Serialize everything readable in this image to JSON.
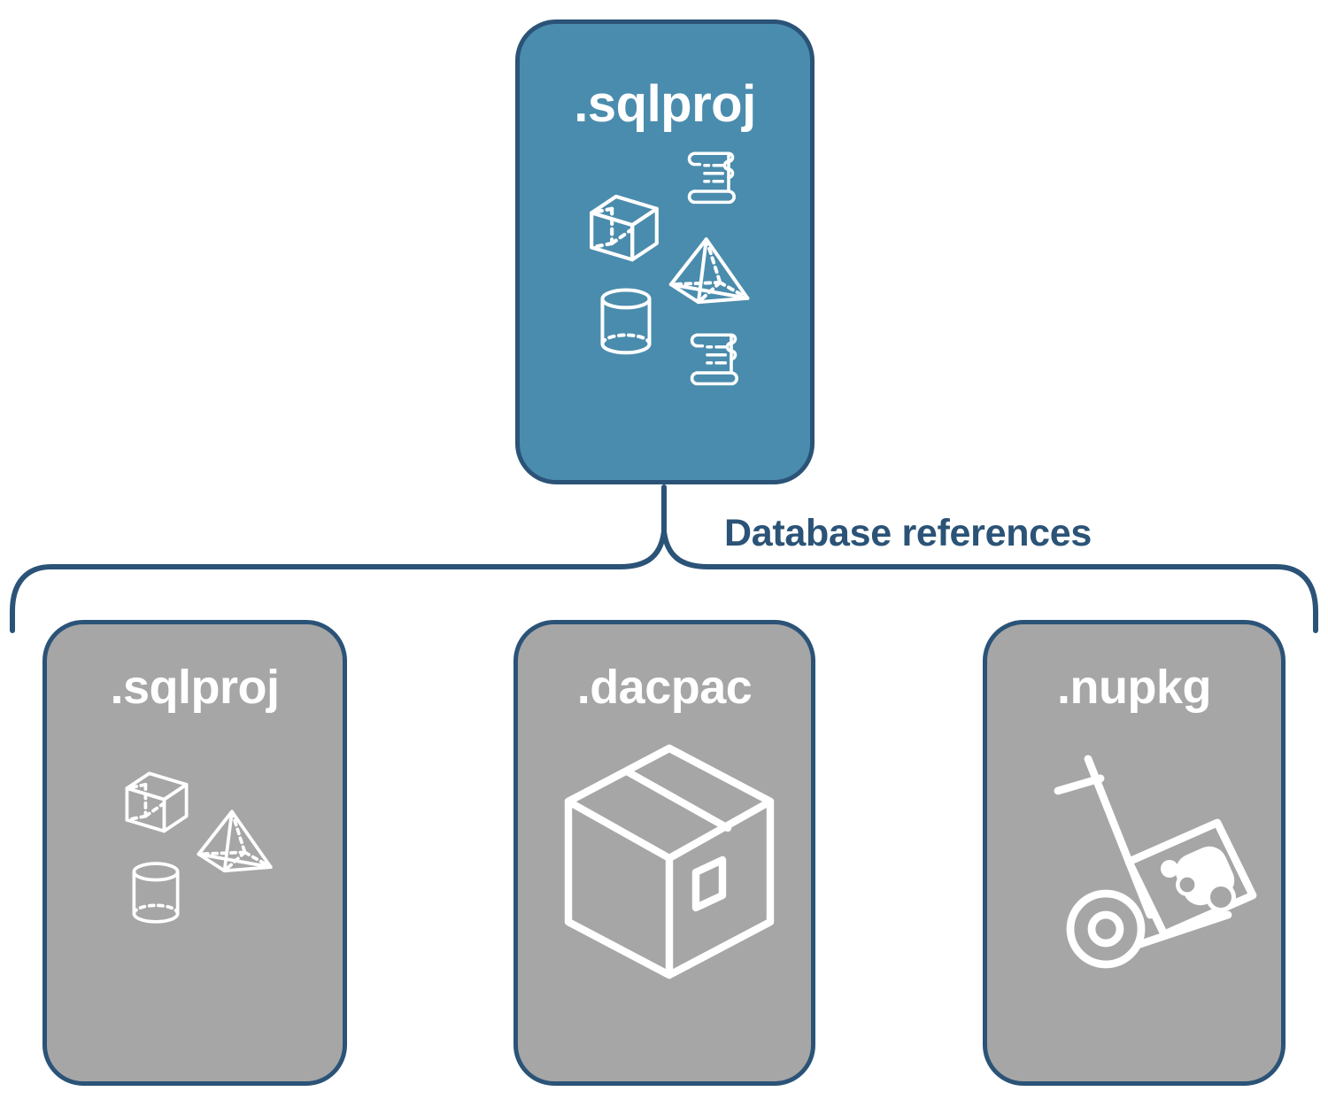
{
  "diagram": {
    "title": "Database references",
    "colors": {
      "primary_fill": "#4a8cad",
      "secondary_fill": "#a6a6a6",
      "stroke": "#2b5377",
      "icon": "#ffffff",
      "label_text": "#2b5377",
      "background": "#ffffff"
    }
  },
  "root": {
    "label": ".sqlproj",
    "style": "primary",
    "icons": [
      "scroll-icon",
      "cube-icon",
      "pyramid-icon",
      "cylinder-icon",
      "scroll-icon"
    ]
  },
  "connector": {
    "label": "Database references",
    "type": "curly-brace-down"
  },
  "references": [
    {
      "label": ".sqlproj",
      "style": "secondary",
      "icons": [
        "cube-icon",
        "pyramid-icon",
        "cylinder-icon"
      ]
    },
    {
      "label": ".dacpac",
      "style": "secondary",
      "icons": [
        "package-box-icon"
      ]
    },
    {
      "label": ".nupkg",
      "style": "secondary",
      "icons": [
        "hand-truck-nuget-icon"
      ]
    }
  ]
}
